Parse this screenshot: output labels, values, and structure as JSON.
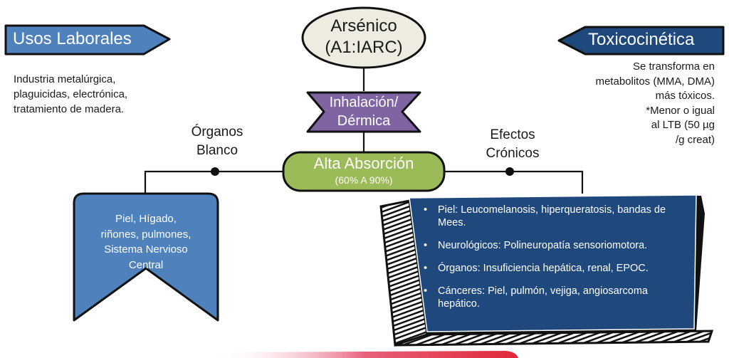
{
  "center": {
    "title_line1": "Arsénico",
    "title_line2": "(A1:IARC)",
    "route_line1": "Inhalación/",
    "route_line2": "Dérmica",
    "absorption_title": "Alta Absorción",
    "absorption_range": "(60% A 90%)"
  },
  "left": {
    "banner": "Usos Laborales",
    "description_lines": [
      "Industria metalúrgica,",
      "plaguicidas, electrónica,",
      "tratamiento de madera."
    ],
    "branch_label_line1": "Órganos",
    "branch_label_line2": "Blanco",
    "organs_lines": [
      "Piel, Hígado,",
      "riñones, pulmones,",
      "Sistema Nervioso",
      "Central"
    ]
  },
  "right": {
    "banner": "Toxicocinética",
    "description_lines": [
      "Se transforma en",
      "metabolitos (MMA, DMA)",
      "más tóxicos.",
      "*Menor o igual",
      "al LTB (50 µg",
      "/g creat)"
    ],
    "branch_label_line1": "Efectos",
    "branch_label_line2": "Crónicos",
    "effects": [
      "Piel: Leucomelanosis, hiperqueratosis, bandas de Mees.",
      "Neurológicos: Polineuropatía sensoriomotora.",
      "Órganos: Insuficiencia hepática, renal, EPOC.",
      "Cánceres: Piel, pulmón, vejiga, angiosarcoma hepático."
    ]
  },
  "colors": {
    "left_banner": "#4f81bd",
    "right_banner": "#1f497d",
    "route_shape": "#8064a2",
    "absorption_shape": "#9bbb59",
    "title_ellipse": "#eeece1",
    "effects_scroll": "#1f497d",
    "accent_line": "#e03040"
  }
}
